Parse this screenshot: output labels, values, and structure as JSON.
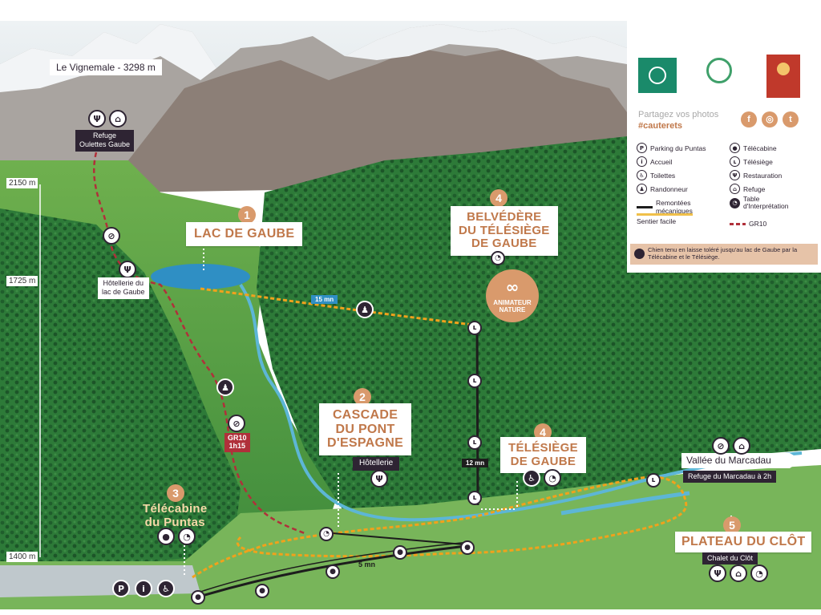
{
  "peak_label": "Le Vignemale - 3298 m",
  "altitudes": [
    "2150 m",
    "1725 m",
    "1400 m"
  ],
  "places": {
    "refuge_oulettes": "Refuge\nOulettes Gaube",
    "hotellerie_lac": "Hôtellerie du\nlac de Gaube",
    "hotellerie": "Hôtellerie",
    "vallee_marcadau": "Vallée du Marcadau",
    "refuge_marcadau": "Refuge du Marcadau à 2h",
    "chalet_clot": "Chalet du Clôt"
  },
  "sites": [
    {
      "number": "1",
      "title": "LAC DE GAUBE"
    },
    {
      "number": "2",
      "title": "CASCADE\nDU PONT\nD'ESPAGNE"
    },
    {
      "number": "3",
      "title": "Télécabine\ndu Puntas"
    },
    {
      "number": "4",
      "title": "BELVÉDÈRE\nDU TÉLÉSIÈGE\nDE GAUBE"
    },
    {
      "number": "4",
      "title": "TÉLÉSIÈGE\nDE GAUBE"
    },
    {
      "number": "5",
      "title": "PLATEAU DU CLÔT"
    }
  ],
  "badges": {
    "walk_15": "15 mn",
    "lift_12": "12 mn",
    "cable_5": "5 mn",
    "gr10_label": "GR10",
    "gr10_time": "1h15"
  },
  "animateur": "ANIMATEUR\nNATURE",
  "share": {
    "line1": "Partagez vos photos",
    "tag": "#cauterets"
  },
  "legend": [
    {
      "label": "Parking du Puntas",
      "glyph": "P"
    },
    {
      "label": "Télécabine",
      "glyph": "●"
    },
    {
      "label": "Accueil",
      "glyph": "i"
    },
    {
      "label": "Télésiège",
      "glyph": "ʟ"
    },
    {
      "label": "Toilettes",
      "glyph": "♿"
    },
    {
      "label": "Restauration",
      "glyph": "Ψ"
    },
    {
      "label": "Randonneur",
      "glyph": "♟"
    },
    {
      "label": "Refuge",
      "glyph": "⌂"
    },
    {
      "label": "Remontées mécaniques",
      "glyph": ""
    },
    {
      "label": "Table\nd'Interprétation",
      "glyph": "◔"
    },
    {
      "label": "Sentier facile",
      "glyph": ""
    },
    {
      "label": "GR10",
      "glyph": ""
    }
  ],
  "note": "Chien tenu en laisse toléré jusqu'au lac de Gaube par la Télécabine et le Télésiège.",
  "colors": {
    "accent": "#d99a6c",
    "dark": "#2e2433",
    "gr10": "#b0303a",
    "easy_trail": "#f0a21c",
    "lift": "#1d1d1d",
    "water": "#2f8fc4",
    "forest": "#2f7d3a"
  }
}
